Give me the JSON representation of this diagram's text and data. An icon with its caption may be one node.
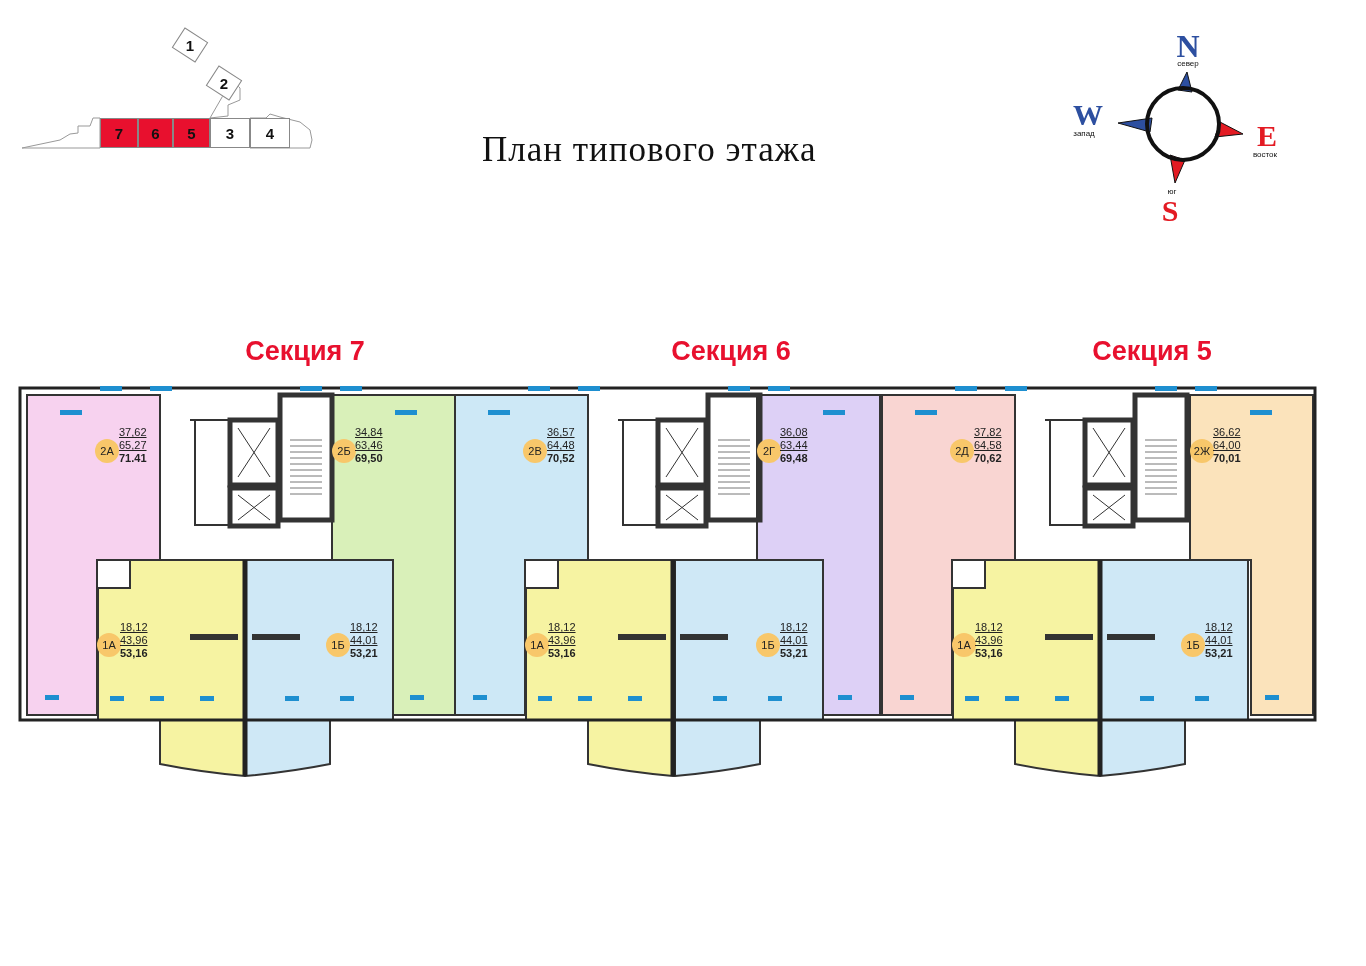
{
  "diagram": {
    "title": "План типового этажа",
    "nodes": [
      {
        "text": [
          "1"
        ]
      },
      {
        "text": [
          "2"
        ]
      },
      {
        "text": [
          "7"
        ]
      },
      {
        "text": [
          "6"
        ]
      },
      {
        "text": [
          "5"
        ]
      },
      {
        "text": [
          "3"
        ]
      },
      {
        "text": [
          "4"
        ]
      },
      {
        "text": [
          "2А",
          "37,62",
          "65,27",
          "71.41"
        ]
      },
      {
        "text": [
          "2Б",
          "34,84",
          "63,46",
          "69,50"
        ]
      },
      {
        "text": [
          "2В",
          "36,57",
          "64,48",
          "70,52"
        ]
      },
      {
        "text": [
          "2Г",
          "36,08",
          "63,44",
          "69,48"
        ]
      },
      {
        "text": [
          "2Д",
          "37,82",
          "64,58",
          "70,62"
        ]
      },
      {
        "text": [
          "2Ж",
          "36,62",
          "64,00",
          "70,01"
        ]
      },
      {
        "text": [
          "1А",
          "18,12",
          "43,96",
          "53,16"
        ]
      },
      {
        "text": [
          "1Б",
          "18,12",
          "44,01",
          "53,21"
        ]
      },
      {
        "text": [
          "1А",
          "18,12",
          "43,96",
          "53,16"
        ]
      },
      {
        "text": [
          "1Б",
          "18,12",
          "44,01",
          "53,21"
        ]
      },
      {
        "text": [
          "1А",
          "18,12",
          "43,96",
          "53,16"
        ]
      },
      {
        "text": [
          "1Б",
          "18,12",
          "44,01",
          "53,21"
        ]
      }
    ],
    "labels": [
      "N",
      "север",
      "W",
      "запад",
      "E",
      "восток",
      "юг",
      "S",
      "Секция 7",
      "Секция 6",
      "Секция 5"
    ]
  }
}
